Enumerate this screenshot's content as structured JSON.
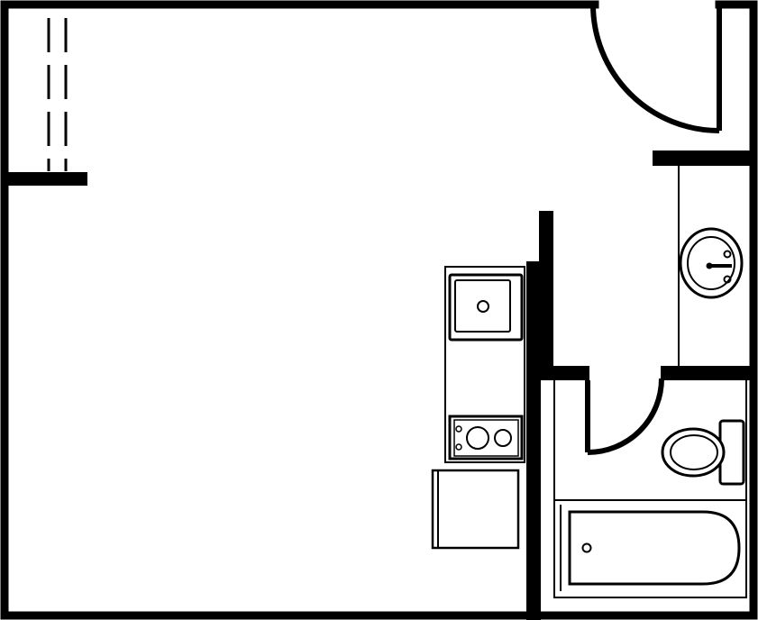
{
  "colors": {
    "wall": "#000000",
    "fixture_fill": "#ffffff",
    "background": "#ffffff"
  },
  "fixtures": [
    {
      "name": "window",
      "icon": "window-dashed-lines-icon"
    },
    {
      "name": "entry-door",
      "icon": "door-swing-arc-icon"
    },
    {
      "name": "bathroom-door",
      "icon": "door-swing-arc-icon"
    },
    {
      "name": "kitchen-sink",
      "icon": "sink-icon"
    },
    {
      "name": "cooktop",
      "icon": "two-burner-stove-icon"
    },
    {
      "name": "refrigerator",
      "icon": "fridge-icon"
    },
    {
      "name": "vanity-sink",
      "icon": "lavatory-icon"
    },
    {
      "name": "toilet",
      "icon": "toilet-icon"
    },
    {
      "name": "bathtub",
      "icon": "bathtub-icon"
    }
  ]
}
